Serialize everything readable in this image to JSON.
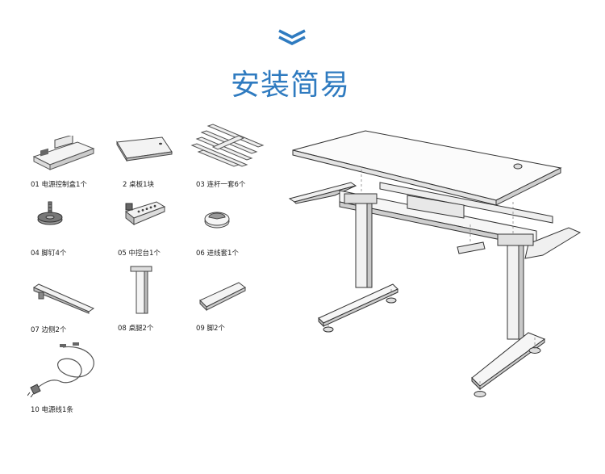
{
  "header": {
    "title": "安装简易"
  },
  "parts": [
    {
      "label": "01 电源控制盒1个"
    },
    {
      "label": "2  桌板1块"
    },
    {
      "label": "03  连杆一套6个"
    },
    {
      "label": "04    脚钉4个"
    },
    {
      "label": "05 中控台1个"
    },
    {
      "label": "06    进线套1个"
    },
    {
      "label": "07  边侧2个"
    },
    {
      "label": "08  桌腿2个"
    },
    {
      "label": "09  脚2个"
    },
    {
      "label": "10  电源线1条"
    }
  ],
  "colors": {
    "accent": "#2f7bc0"
  }
}
